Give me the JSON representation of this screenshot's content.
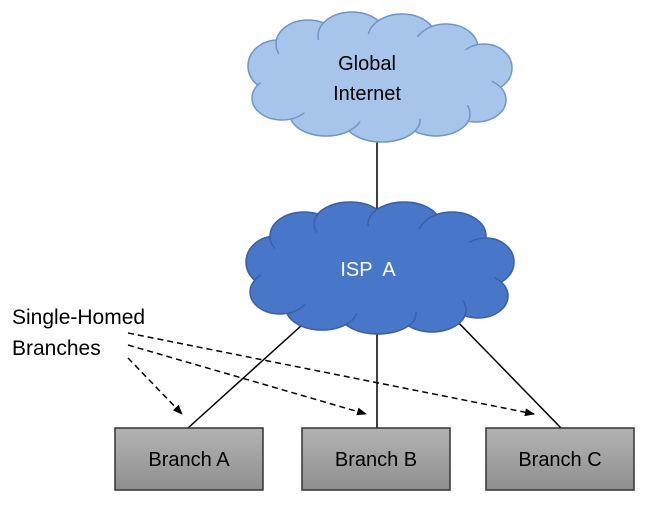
{
  "clouds": {
    "global": {
      "line1": "Global",
      "line2": "Internet",
      "fill": "#a7c5ea",
      "stroke": "#6f95c7",
      "text_color": "#000000"
    },
    "isp": {
      "label": "ISP  A",
      "fill": "#4876c9",
      "stroke": "#3a5fa6",
      "text_color": "#ffffff"
    }
  },
  "annotation": {
    "line1": "Single-Homed",
    "line2": "Branches"
  },
  "branches": [
    {
      "label": "Branch A"
    },
    {
      "label": "Branch B"
    },
    {
      "label": "Branch C"
    }
  ],
  "colors": {
    "branch_fill": "#a6a6a6",
    "branch_stroke": "#333333",
    "link": "#000000"
  }
}
